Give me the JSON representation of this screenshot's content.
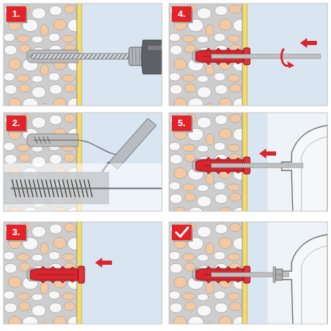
{
  "diagram": {
    "nodes": [
      {
        "text": [
          "1."
        ]
      },
      {
        "text": [
          "2."
        ]
      },
      {
        "text": [
          "3."
        ]
      },
      {
        "text": [
          "4."
        ]
      },
      {
        "text": [
          "5."
        ]
      }
    ]
  }
}
